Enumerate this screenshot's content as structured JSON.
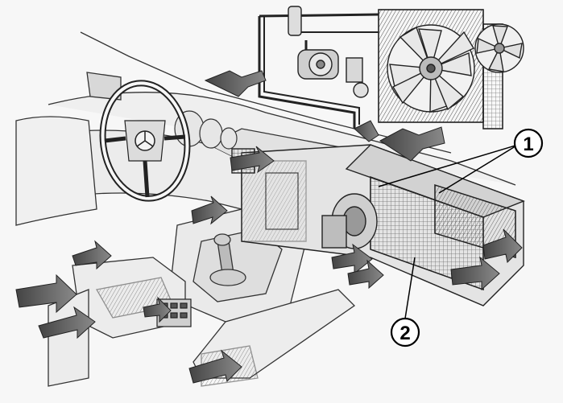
{
  "figure": {
    "callouts": [
      {
        "id": "1",
        "label": "1"
      },
      {
        "id": "2",
        "label": "2"
      }
    ]
  },
  "colors": {
    "line": "#222222",
    "shade": "#9a9a9a",
    "arrow": "#5a5a5a",
    "paper": "#f7f7f7"
  }
}
